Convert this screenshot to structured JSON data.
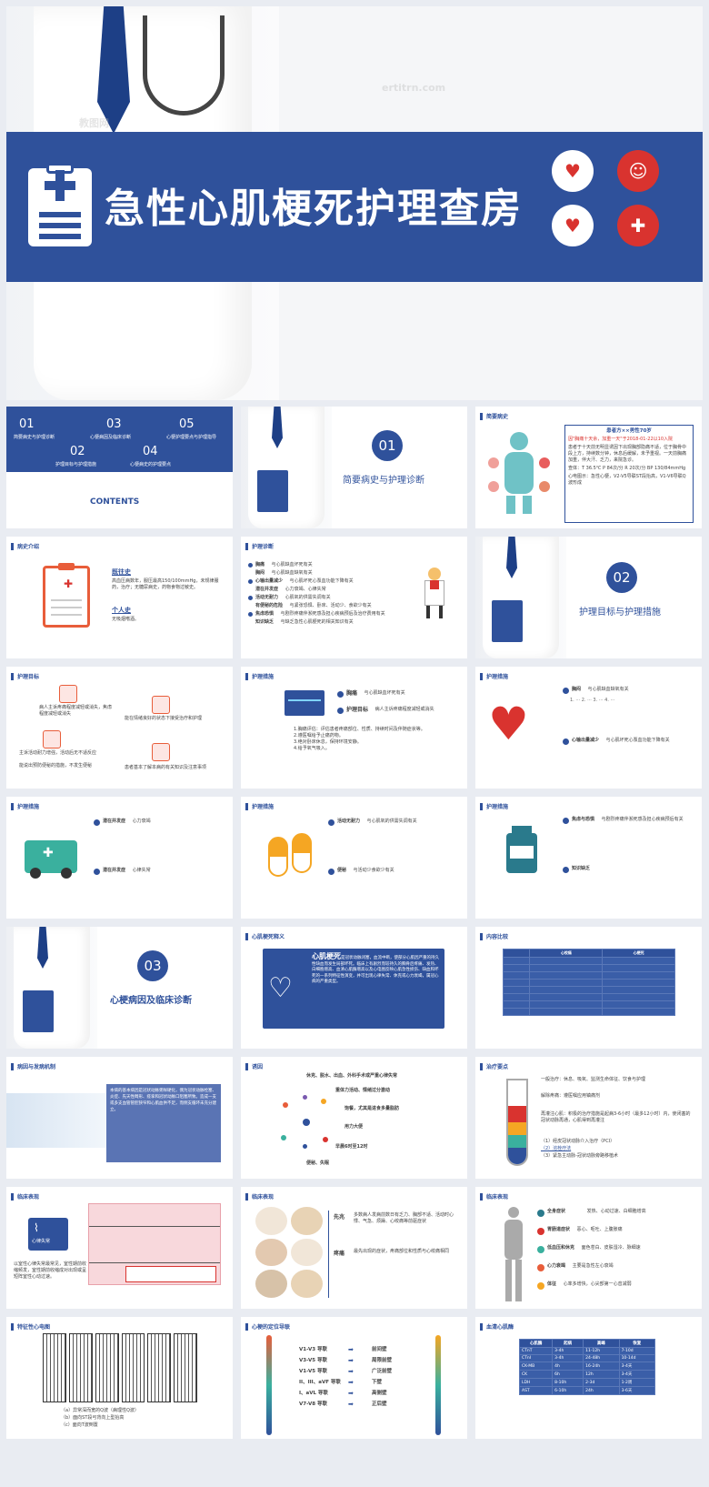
{
  "cover": {
    "title": "急性心肌梗死护理查房",
    "watermark": "教图网",
    "watermark_url": "ertitrn.com"
  },
  "contents": {
    "label": "CONTENTS",
    "items": [
      {
        "num": "01",
        "label": "简要病史与护理诊断"
      },
      {
        "num": "02",
        "label": "护理目标与护理措施"
      },
      {
        "num": "03",
        "label": "心梗病因及临床诊断"
      },
      {
        "num": "04",
        "label": "心梗病史的护理要点"
      },
      {
        "num": "05",
        "label": "心梗护理要点与护理指导"
      }
    ]
  },
  "section1": {
    "num": "01",
    "title": "简要病史与护理诊断"
  },
  "section2": {
    "num": "02",
    "title": "护理目标与护理措施"
  },
  "section3": {
    "num": "03",
    "title": "心梗病因及临床诊断"
  },
  "slides": {
    "brief_history": {
      "header": "简要病史",
      "patient": "患者方××男性70岁",
      "chief": "因\"胸痛十天余，加重一天\"于2018-01-22以10入院",
      "text": "患者于十天前无明显诱因下出现胸部隐痛不适，位于胸骨中段上方，持续数分钟，休息后缓解，未予重视。一天前胸痛加重，伴大汗、乏力，来院急诊。",
      "vitals": "查体：T 36.5℃ P 84次/分 R 20次/分 BP 130/84mmHg",
      "ecg": "心电图示：急性心梗，V2-V5导联ST段抬高，V1-V6导联Q波形成"
    },
    "illness_intro": {
      "header": "病史介绍",
      "past_title": "既往史",
      "past_text": "高血压病数年，服压最高150/100mmHg，未规律服药，治疗；无糖尿病史，药物食物过敏史。",
      "personal_title": "个人史",
      "personal_text": "无吸烟嗜酒。"
    },
    "nursing_dx": {
      "header": "护理诊断",
      "items": [
        {
          "key": "胸痛",
          "val": "与心肌缺血坏死有关"
        },
        {
          "key": "胸闷",
          "val": "与心肌缺血缺氧有关"
        },
        {
          "key": "心输出量减少",
          "val": "与心肌坏死心泵血功能下降有关"
        },
        {
          "key": "潜在并发症",
          "val": "心力衰竭、心律失常"
        },
        {
          "key": "活动无耐力",
          "val": "心肌氧的供需失调有关"
        },
        {
          "key": "有便秘的危险",
          "val": "与紧张恐惧、卧床、活动少、食欲少有关"
        },
        {
          "key": "焦虑恐惧",
          "val": "与剧烈疼痛伴濒死感及担心疾病预后及治疗费用有关"
        },
        {
          "key": "知识缺乏",
          "val": "与缺乏急性心肌梗死的相关知识有关"
        }
      ]
    },
    "goals": {
      "header": "护理目标",
      "items": [
        "病人主诉疼痛程度减轻或消失，焦虑程度减轻或消失",
        "能在情绪良好的状态下接受治疗和护理",
        "主诉活动耐力增强，活动后无不适反应",
        "能说出预防便秘的措施，不发生便秘",
        "患者基本了解本病的有关知识及注意事项"
      ]
    },
    "measures1": {
      "header": "护理措施",
      "a_key": "胸痛",
      "a_val": "与心肌缺血坏死有关",
      "b_key": "护理目标",
      "b_val": "病人主诉疼痛程度减轻或消失",
      "list": "1.胸痛评估：评估患者疼痛部位、性质、持续时间及伴随症状等。\n2.遵医嘱给予止痛药物。\n3.绝对卧床休息，保持环境安静。\n4.给予氧气吸入。"
    },
    "measures2": {
      "header": "护理措施",
      "a_key": "胸闷",
      "a_val": "与心肌缺血缺氧有关",
      "b_key": "心输出量减少",
      "b_val": "与心肌坏死心泵血功能下降有关"
    },
    "measures3": {
      "header": "护理措施",
      "a_key": "潜在并发症",
      "a_val": "心力衰竭",
      "b_key": "潜在并发症",
      "b_val": "心律失常"
    },
    "measures4": {
      "header": "护理措施",
      "a_key": "活动无耐力",
      "a_val": "与心肌氧的供需失调有关",
      "b_key": "便秘",
      "b_val": "与活动少食欲少有关"
    },
    "measures5": {
      "header": "护理措施",
      "a_key": "焦虑与恐惧",
      "a_val": "与剧烈疼痛伴濒死感及担心疾病预后有关",
      "b_key": "知识缺乏",
      "b_val": ""
    },
    "mi_def": {
      "header": "心肌梗死释义",
      "term": "心肌梗死",
      "text": "是冠状动脉闭塞，血流中断，使部分心肌因严重的持久性缺血而发生局部坏死。临床上有剧烈而较持久的胸骨后疼痛、发热、白细胞增高、血清心肌酶增高以及心电图反映心肌急性损伤、缺血和坏死的一系列特征性演变，并可出现心律失常、休克或心力衰竭，属冠心病的严重类型。"
    },
    "content_compare": {
      "header": "内容比较",
      "col1": "心绞痛",
      "col2": "心梗死"
    },
    "etiology": {
      "header": "病因与发病机制",
      "text": "本病的基本病因是冠状动脉粥样硬化，偶为冠状动脉栓塞、炎症、先天性畸形、痉挛和冠状动脉口阻塞所致。造成一支或多支血管管腔狭窄和心肌血供不足，而侧支循环未充分建立。"
    },
    "causes": {
      "header": "诱因",
      "items": [
        "休克、脱水、出血、外科手术或严重心律失常",
        "重体力活动、情绪过分激动",
        "饱餐，尤其是进食多量脂肪",
        "用力大便",
        "早晨6时至12时",
        "便秘、失眠"
      ]
    },
    "treatment": {
      "header": "治疗要点",
      "intro": "一般治疗：休息、吸氧、监测生命体征、饮食与护理",
      "relief": "解除疼痛：遵医嘱应用镇痛剂",
      "reperf": "再灌注心肌：积极的治疗措施是起病3-6小时（最多12小时）内，使闭塞的冠状动脉再通，心肌得到再灌注",
      "list": [
        "（1）经皮冠状动脉介入治疗（PCI）",
        "（2）溶栓疗法",
        "（3）紧急主动脉-冠状动脉旁路移植术"
      ]
    },
    "clinical1": {
      "header": "临床表现",
      "icon_label": "心律失常",
      "text": "以室性心律失常最常见，室性期前收缩频发，室性期前收缩成对出现或呈短阵室性心动过速。"
    },
    "clinical2": {
      "header": "临床表现",
      "a_key": "先兆",
      "a_val": "多数病人发病前数日有乏力、胸部不适、活动时心悸、气急、烦躁、心绞痛等前驱症状",
      "b_key": "疼痛",
      "b_val": "最先出现的症状，疼痛部位和性质与心绞痛相同"
    },
    "clinical3": {
      "header": "临床表现",
      "items": [
        {
          "key": "全身症状",
          "val": "发热、心动过速、白细胞增高"
        },
        {
          "key": "胃肠道症状",
          "val": "恶心、呕吐、上腹胀痛"
        },
        {
          "key": "低血压和休克",
          "val": "面色苍白、皮肤湿冷、脉细速"
        },
        {
          "key": "心力衰竭",
          "val": "主要是急性左心衰竭"
        },
        {
          "key": "体征",
          "val": "心率多增快，心尖部第一心音减弱"
        }
      ]
    },
    "ecg_features": {
      "header": "特征性心电图",
      "items": [
        "（a）异常深而宽的Q波（病理性Q波）",
        "（b）面向ST段弓背向上型抬高",
        "（c）面向T波倒置"
      ]
    },
    "ecg_leads": {
      "header": "心梗的定位导联",
      "left": [
        "V1-V3 导联",
        "V3-V5 导联",
        "V1-V5 导联",
        "II、III、aVF 导联",
        "I、aVL 导联",
        "V7-V8 导联"
      ],
      "right": [
        "前间壁",
        "局限前壁",
        "广泛前壁",
        "下壁",
        "高侧壁",
        "正后壁"
      ]
    },
    "enzymes": {
      "header": "血清心肌酶",
      "cols": [
        "心肌酶",
        "起病",
        "高峰",
        "恢复"
      ],
      "rows": [
        [
          "CTnT",
          "3-4h",
          "11-12h",
          "7-10d"
        ],
        [
          "CTnI",
          "3-4h",
          "24-48h",
          "10-14d"
        ],
        [
          "CK-MB",
          "4h",
          "16-24h",
          "3-4天"
        ],
        [
          "CK",
          "6h",
          "12h",
          "3-4天"
        ],
        [
          "LDH",
          "8-10h",
          "2-3d",
          "1-2周"
        ],
        [
          "AST",
          "6-10h",
          "24h",
          "3-6天"
        ]
      ]
    }
  }
}
